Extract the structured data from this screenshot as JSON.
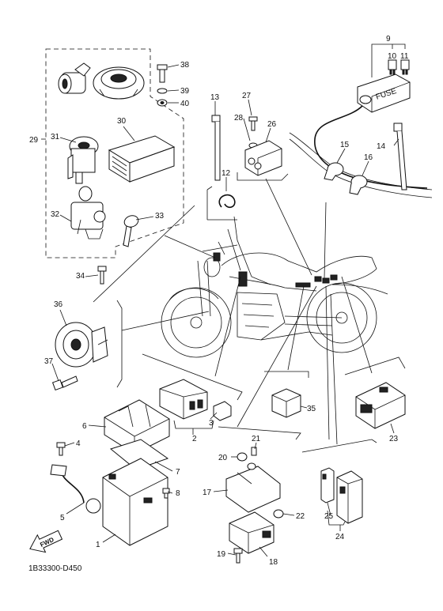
{
  "diagram": {
    "code": "1B33300-D450",
    "fwd_label": "FWD",
    "fuse_label": "FUSE",
    "callouts": {
      "c1": "1",
      "c2": "2",
      "c3": "3",
      "c4": "4",
      "c5": "5",
      "c6": "6",
      "c7": "7",
      "c8": "8",
      "c9": "9",
      "c10": "10",
      "c11": "11",
      "c12": "12",
      "c13": "13",
      "c14": "14",
      "c15": "15",
      "c16": "16",
      "c17": "17",
      "c18": "18",
      "c19": "19",
      "c20": "20",
      "c21": "21",
      "c22": "22",
      "c23": "23",
      "c24": "24",
      "c25": "25",
      "c26": "26",
      "c27": "27",
      "c28": "28",
      "c29": "29",
      "c30": "30",
      "c31": "31",
      "c32": "32",
      "c33": "33",
      "c34": "34",
      "c35": "35",
      "c36": "36",
      "c37": "37",
      "c38": "38",
      "c39": "39",
      "c40": "40"
    }
  }
}
